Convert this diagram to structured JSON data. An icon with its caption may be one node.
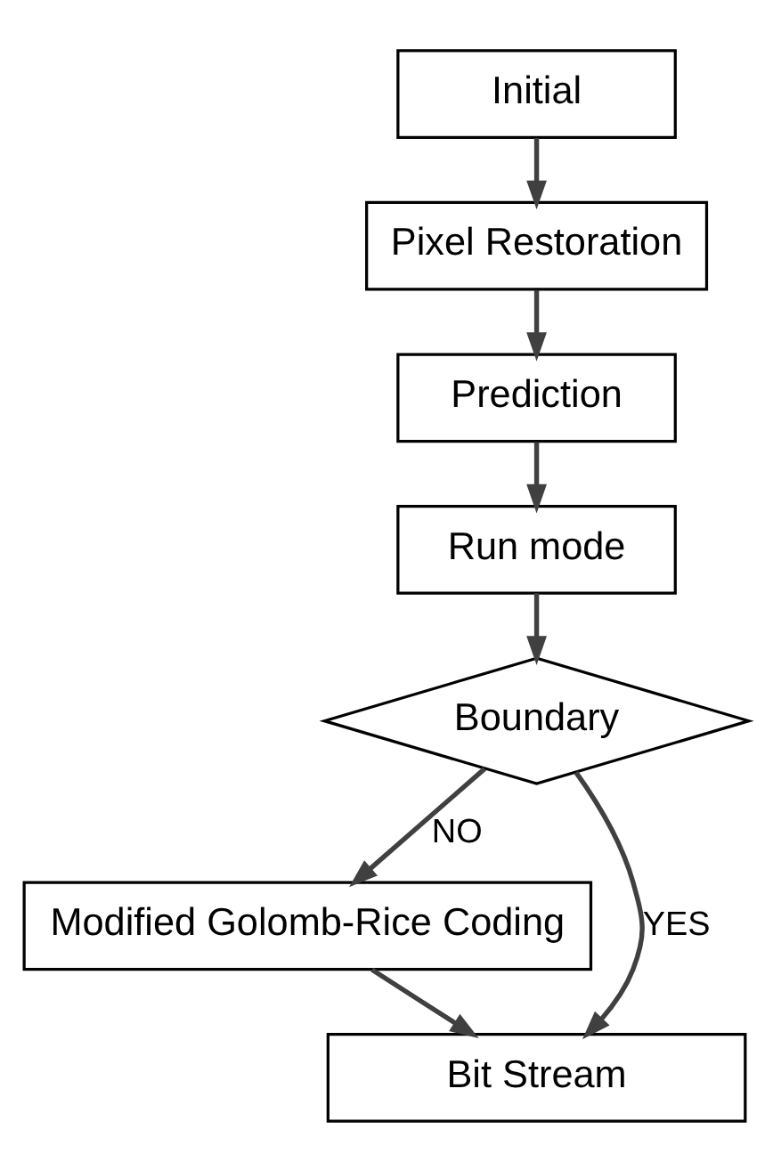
{
  "diagram": {
    "nodes": [
      {
        "text": [
          "Initial"
        ]
      },
      {
        "text": [
          "Pixel Restoration"
        ]
      },
      {
        "text": [
          "Prediction"
        ]
      },
      {
        "text": [
          "Run mode"
        ]
      },
      {
        "text": [
          "Boundary"
        ]
      },
      {
        "text": [
          "Modified Golomb-Rice Coding"
        ]
      },
      {
        "text": [
          "Bit Stream"
        ]
      }
    ],
    "edges": [
      {
        "from": 0,
        "to": 1,
        "arrow": "to"
      },
      {
        "from": 1,
        "to": 2,
        "arrow": "to"
      },
      {
        "from": 2,
        "to": 3,
        "arrow": "to"
      },
      {
        "from": 3,
        "to": 4,
        "arrow": "to"
      },
      {
        "from": 4,
        "to": 5,
        "arrow": "to",
        "label": "NO"
      },
      {
        "from": 4,
        "to": 6,
        "arrow": "to",
        "label": "YES"
      },
      {
        "from": 5,
        "to": 6,
        "arrow": "to"
      }
    ]
  }
}
